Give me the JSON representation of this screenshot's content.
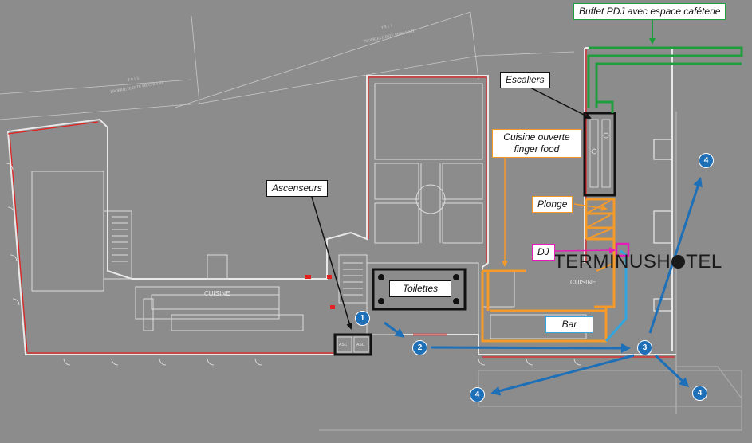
{
  "labels": {
    "buffet": "Buffet PDJ avec espace caféterie",
    "escaliers": "Escaliers",
    "cuisine_ouverte_1": "Cuisine ouverte",
    "cuisine_ouverte_2": "finger food",
    "ascenseurs": "Ascenseurs",
    "plonge": "Plonge",
    "dj": "DJ",
    "toilettes": "Toilettes",
    "bar": "Bar"
  },
  "logo": {
    "left": "TERMINUSH",
    "right": "TEL"
  },
  "markers": [
    "1",
    "2",
    "3",
    "4",
    "4",
    "4"
  ],
  "room_labels": {
    "cuisine_left": "CUISINE",
    "cuisine_right": "CUISINE",
    "asc_left": "ASC",
    "asc_right": "ASC"
  },
  "plan_text": {
    "property_top_1": "T 9 1 3",
    "property_top_2": "PROPRIETE DITE MOCHIA II",
    "property_left_1": "T 9 1 3",
    "property_left_2": "PROPRIETE DITE MOCHIA III"
  },
  "colors": {
    "background": "#8c8c8c",
    "wall": "#e8e8e8",
    "wall_red": "#e52020",
    "callout_black": "#111111",
    "buffet_green": "#1e9e3c",
    "kitchen_orange": "#f39a2a",
    "dj_pink": "#e51db8",
    "bar_blue": "#33a5dd",
    "flow_arrow": "#1d6fb8"
  }
}
